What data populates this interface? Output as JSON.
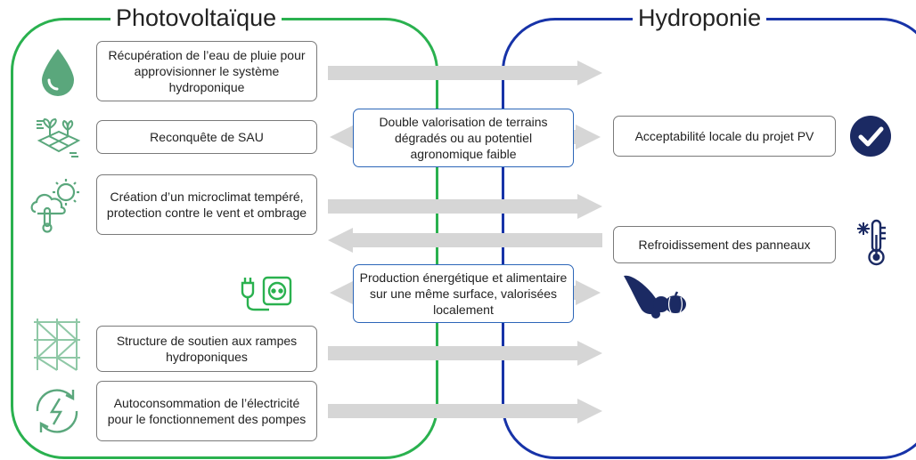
{
  "regions": {
    "pv_title": "Photovoltaïque",
    "hy_title": "Hydroponie"
  },
  "left_boxes": [
    "Récupération de l’eau de pluie pour approvisionner le système hydroponique",
    "Reconquête de SAU",
    "Création d’un microclimat tempéré, protection contre le vent et ombrage",
    "Structure de soutien aux rampes hydroponiques",
    "Autoconsommation de l’électricité pour le fonctionnement des pompes"
  ],
  "center_boxes": [
    "Double valorisation de terrains dégradés ou au potentiel agronomique faible",
    "Production énergétique et alimentaire sur une même surface, valorisées localement"
  ],
  "right_boxes": [
    "Acceptabilité locale du projet PV",
    "Refroidissement des panneaux"
  ],
  "colors": {
    "pv_border": "#2ab14f",
    "hy_border": "#1733a8",
    "icon_green": "#5aa77c",
    "icon_navy": "#1b2a63",
    "arrow_gray": "#d6d6d6",
    "center_border": "#2c66b8"
  },
  "icons": [
    "water-drop",
    "field-plants",
    "weather-cloud-sun",
    "plug-outlet",
    "scaffold",
    "refresh-bolt",
    "check-circle",
    "thermometer-snow",
    "cornucopia"
  ]
}
